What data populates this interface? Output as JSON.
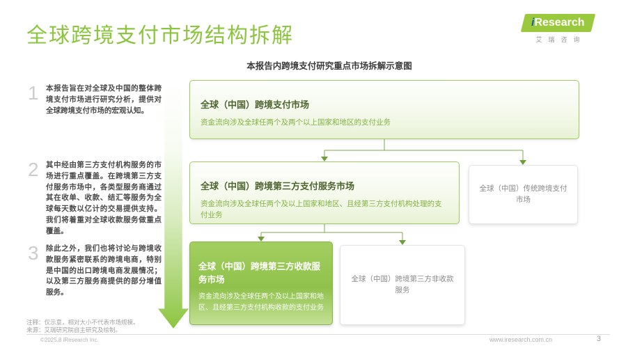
{
  "header": {
    "title": "全球跨境支付市场结构拆解",
    "logo": {
      "brand_i": "i",
      "brand_rest": "Research",
      "subtext": "艾瑞咨询"
    }
  },
  "subtitle": "本报告内跨境支付研究重点市场拆解示意图",
  "left_notes": [
    {
      "num": "1",
      "text": "本报告旨在对全球及中国的整体跨境支付市场进行研究分析，提供对全球跨境支付市场的宏观认知。"
    },
    {
      "num": "2",
      "text": "其中经由第三方支付机构服务的市场进行重点覆盖。在跨境第三方支付服务市场中，各类型服务商通过其在收单、收款、结汇等服务为全球每天数以亿计的交易提供支持。我们将着重对全球收款服务做重点覆盖。"
    },
    {
      "num": "3",
      "text": "除此之外，我们也将讨论与跨境收款服务紧密联系的跨境电商，特别是中国的出口跨境电商发展情况；以及第三方服务商提供的部分增值服务。"
    }
  ],
  "diagram": {
    "level1": {
      "title": "全球（中国）跨境支付市场",
      "desc": "资金流向涉及全球任两个及两个以上国家和地区的支付业务"
    },
    "level2_main": {
      "title": "全球（中国）跨境第三方支付服务市场",
      "desc": "资金流向涉及全球任两个及以上国家和地区、且经第三方支付机构处理的支付业务"
    },
    "level2_side": {
      "title": "全球（中国）传统跨境支付市场"
    },
    "level3_main": {
      "title": "全球（中国）跨境第三方收款服务市场",
      "desc": "资金流向涉及全球任两个及以上国家和地区、且经第三方支付机构收款的支付业务"
    },
    "level3_side": {
      "title": "全球（中国）跨境第三方非收款服务"
    }
  },
  "footer": {
    "note1": "注释：仅示意，相对大小不代表市场规模。",
    "note2": "来源：艾瑞研究院自主研究及绘制。",
    "copyright": "©2025.8 iResearch Inc.",
    "website": "www.iresearch.com.cn",
    "page": "3"
  },
  "colors": {
    "brand_green": "#8cc540",
    "box_border_green": "#a0cb61",
    "box_title_dark_green": "#4d642e",
    "box_desc_green": "#80b440",
    "gray_text": "#8a8a8a",
    "connector_green": "#7fa94a"
  }
}
